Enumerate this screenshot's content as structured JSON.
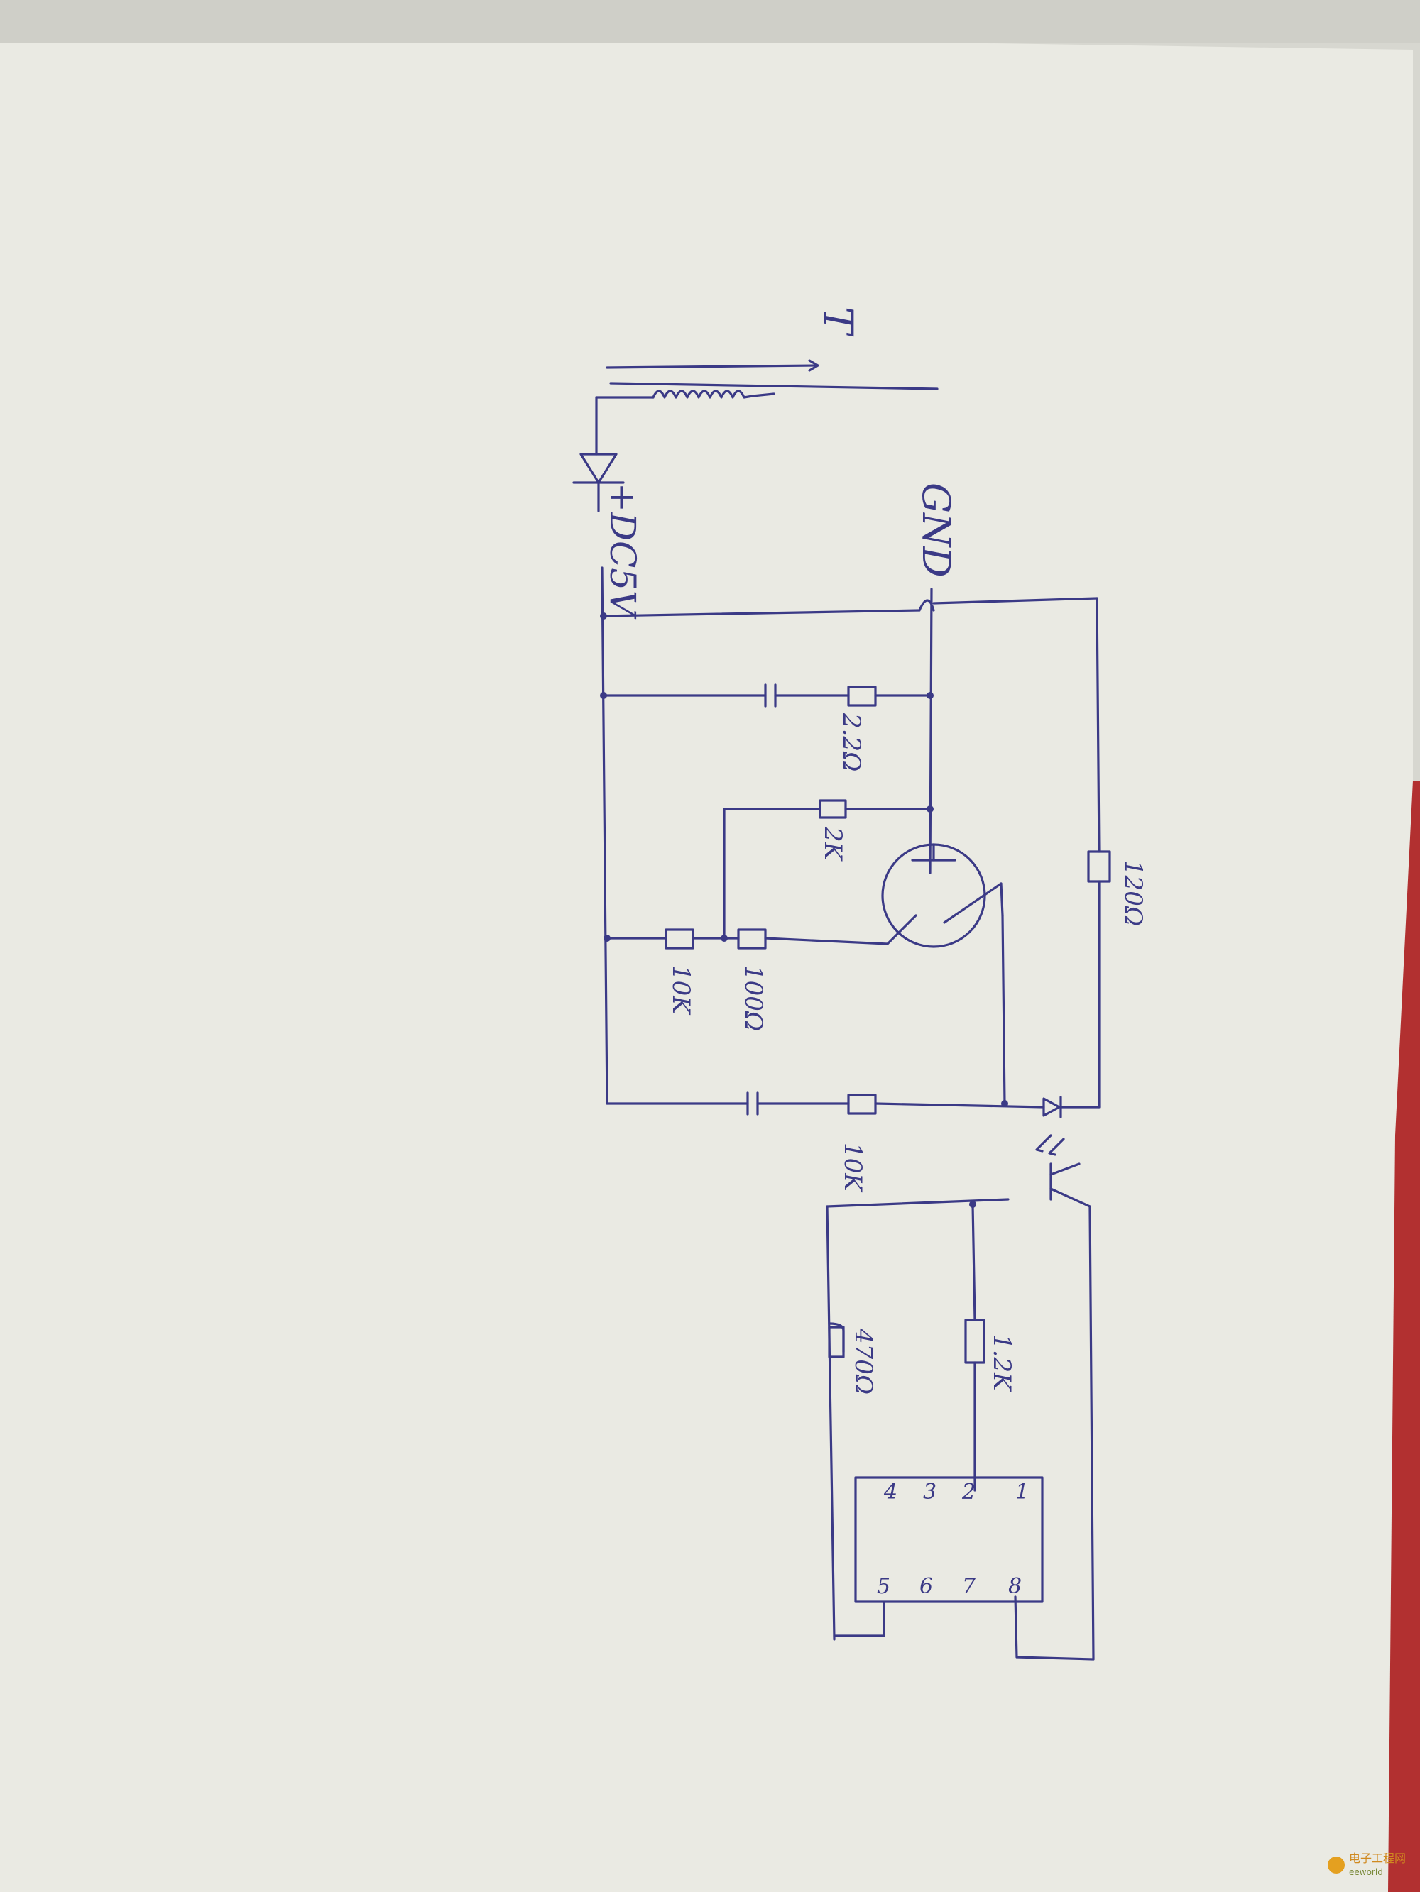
{
  "paper": {
    "ink_color": "#3b3a86",
    "paper_color": "#e9e9e2",
    "table_color": "#b12a2a"
  },
  "diagram": {
    "labels": {
      "transformer": "T",
      "supply": "+DC5V",
      "ground": "GND",
      "r_22": "2.2Ω",
      "r_2k": "2K",
      "r_10k": "10K",
      "r_100": "100Ω",
      "r_120": "120Ω",
      "r_12k": "1.2K",
      "r_470": "470Ω"
    },
    "ic_pins": [
      "1",
      "2",
      "3",
      "4",
      "5",
      "6",
      "7",
      "8"
    ]
  },
  "watermark": {
    "site_name": "电子工程网",
    "site_url": "eeworld"
  }
}
